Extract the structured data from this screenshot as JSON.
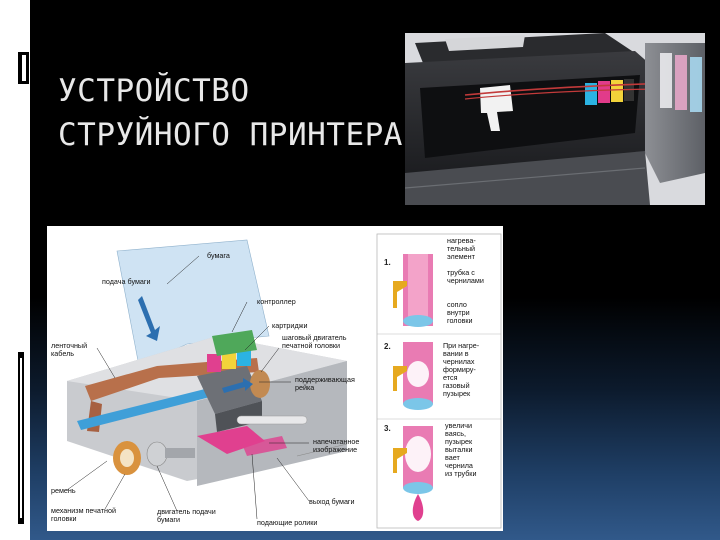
{
  "slide": {
    "title_line1": "УСТРОЙСТВО",
    "title_line2": "СТРУЙНОГО ПРИНТЕРА"
  },
  "colors": {
    "background": "#000000",
    "title": "#e8e8e8",
    "magenta_ink": "#e0408f",
    "cyan_part": "#3f9fd8",
    "copper_cable": "#b8704b"
  },
  "diagram": {
    "labels": {
      "paper": "бумага",
      "paper_feed": "подача бумаги",
      "controller": "контроллер",
      "cartridges": "картриджи",
      "step_motor_l1": "шаговый двигатель",
      "step_motor_l2": "печатной головки",
      "support_rail_l1": "поддерживающая",
      "support_rail_l2": "рейка",
      "ribbon_cable_l1": "ленточный",
      "ribbon_cable_l2": "кабель",
      "printed_image_l1": "напечатанное",
      "printed_image_l2": "изображение",
      "belt": "ремень",
      "head_mech_l1": "механизм печатной",
      "head_mech_l2": "головки",
      "feed_motor_l1": "двигатель подачи",
      "feed_motor_l2": "бумаги",
      "feed_rollers": "подающие ролики",
      "paper_out": "выход бумаги"
    },
    "steps": [
      {
        "num": "1.",
        "lines": [
          "нагрева-",
          "тельный",
          "элемент",
          "трубка с",
          "чернилами",
          "сопло",
          "внутри",
          "головки"
        ]
      },
      {
        "num": "2.",
        "lines": [
          "При нагре-",
          "вании в",
          "чернилах",
          "формиру-",
          "ется",
          "газовый",
          "пузырек"
        ]
      },
      {
        "num": "3.",
        "lines": [
          "увеличи",
          "ваясь,",
          "пузырек",
          "выталки",
          "вает",
          "чернила",
          "из трубки"
        ]
      }
    ]
  }
}
